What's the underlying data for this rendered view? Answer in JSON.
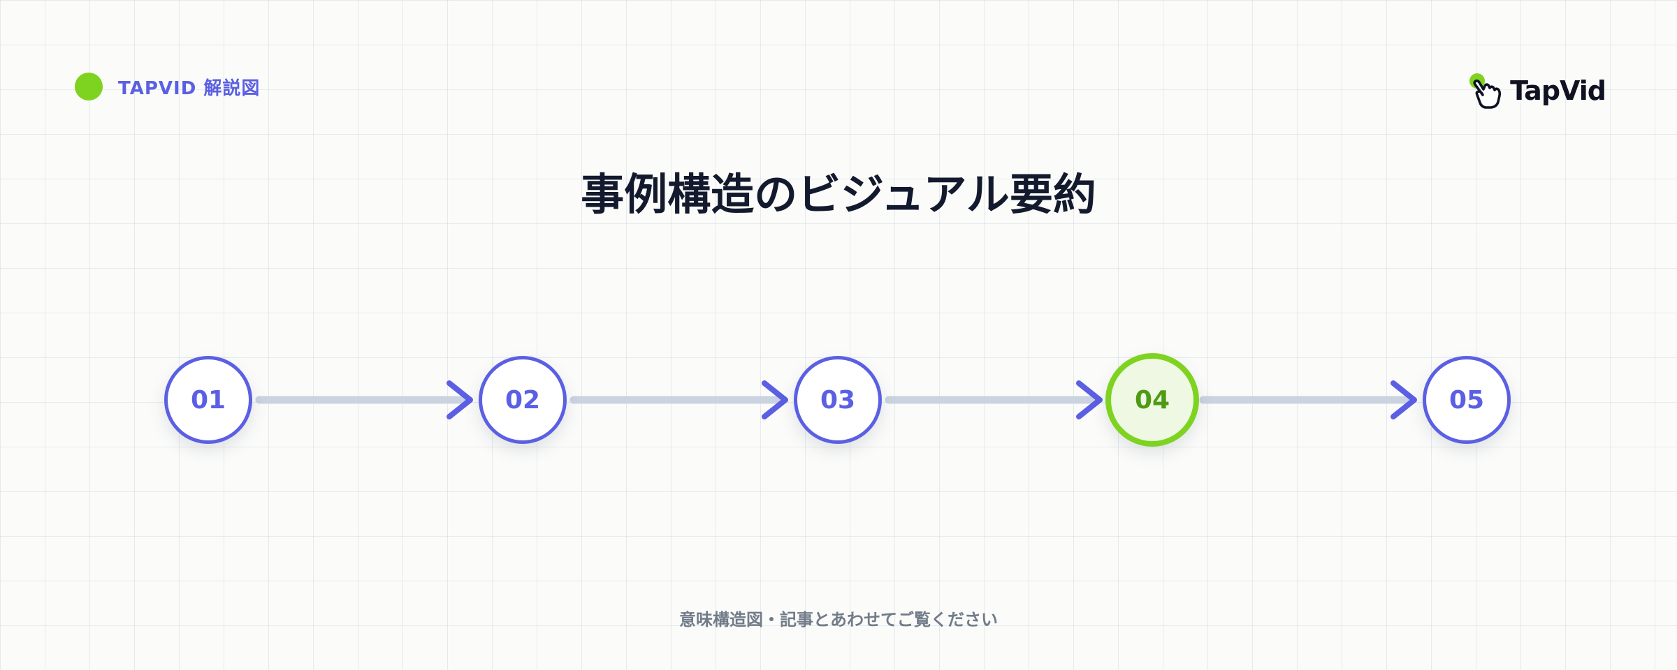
{
  "header": {
    "label": "TAPVID 解説図",
    "logo_text": "TapVid",
    "accent_color": "#7ed321",
    "brand_color": "#5b5fe3"
  },
  "title": "事例構造のビジュアル要約",
  "flow": {
    "steps": [
      {
        "label": "01",
        "highlighted": false
      },
      {
        "label": "02",
        "highlighted": false
      },
      {
        "label": "03",
        "highlighted": false
      },
      {
        "label": "04",
        "highlighted": true
      },
      {
        "label": "05",
        "highlighted": false
      }
    ],
    "connector_color": "#cbd3e1",
    "arrowhead_color": "#5b5fe3"
  },
  "footer": {
    "note": "意味構造図・記事とあわせてご覧ください"
  }
}
